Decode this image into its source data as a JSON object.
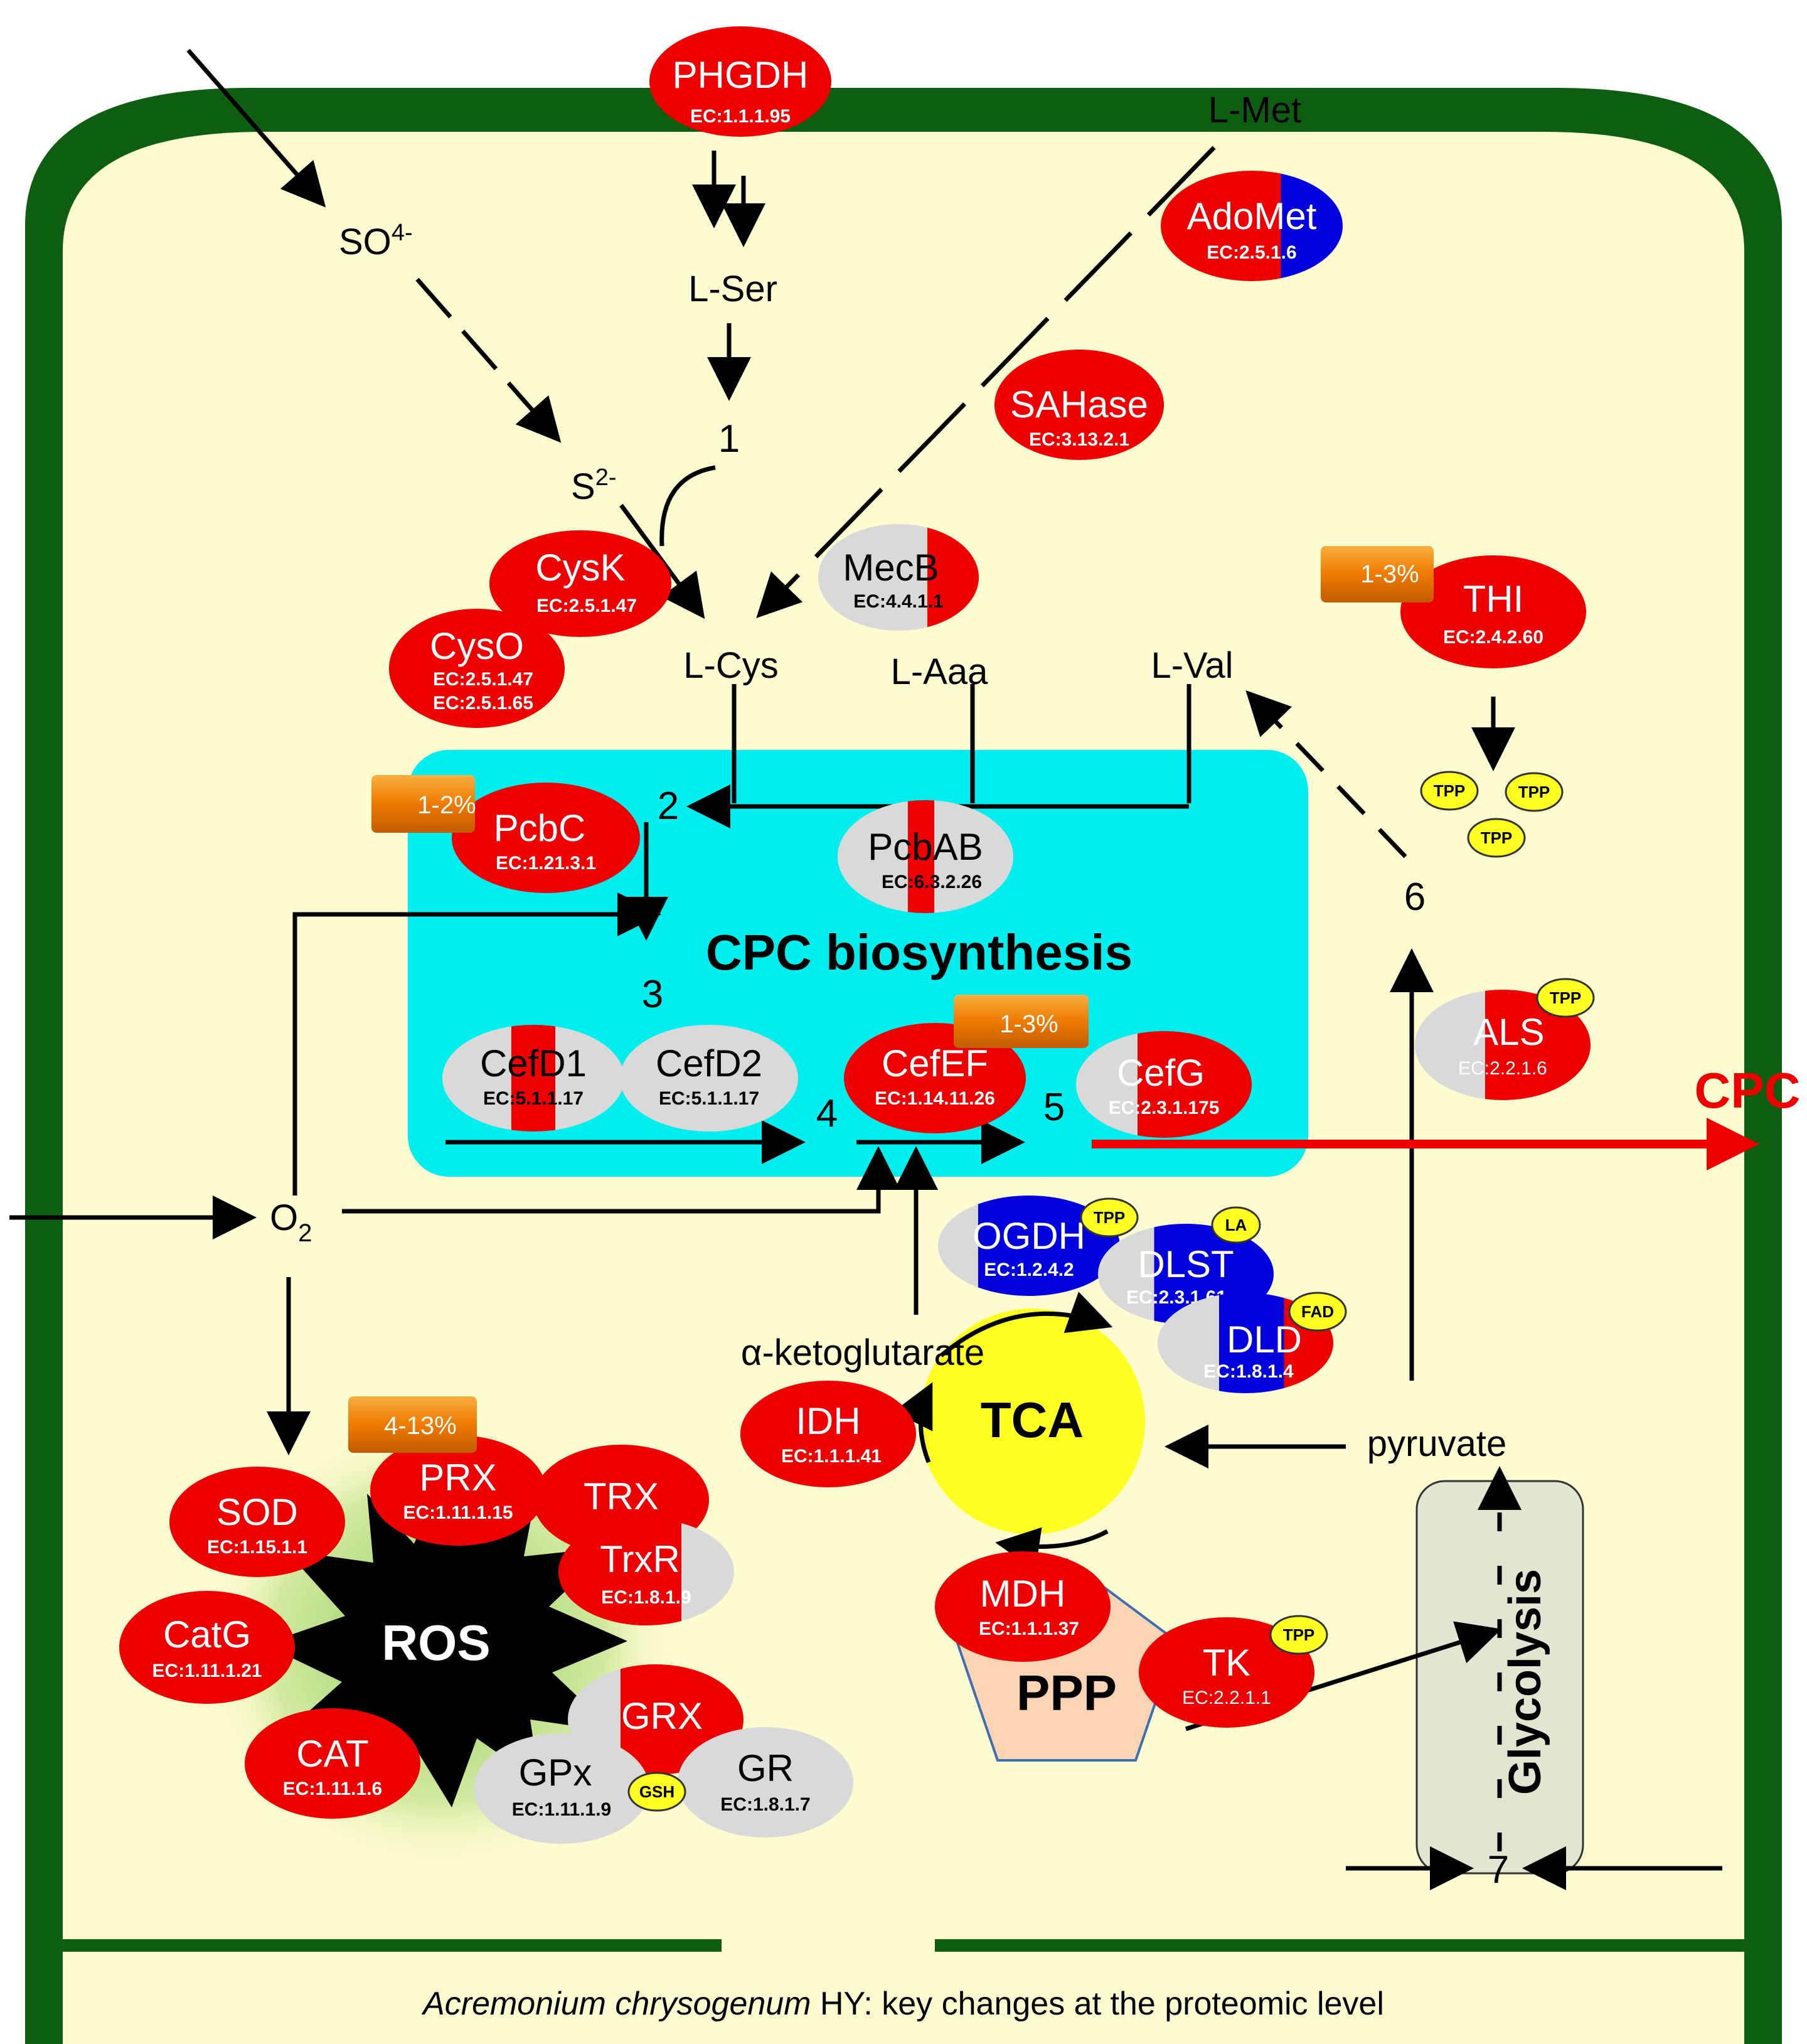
{
  "caption": {
    "italic": "Acremonium chrysogenum",
    "rest": " HY: key changes at the proteomic level"
  },
  "metabolites": {
    "so4": "SO",
    "so4_sup": "4-",
    "s2": "S",
    "s2_sup": "2-",
    "lser": "L-Ser",
    "lmet": "L-Met",
    "lcys": "L-Cys",
    "laaa": "L-Aaa",
    "lval": "L-Val",
    "o2": "O",
    "o2_sub": "2",
    "akg": "α-ketoglutarate",
    "pyruvate": "pyruvate",
    "cpc_out": "CPC"
  },
  "steps": [
    "1",
    "2",
    "3",
    "4",
    "5",
    "6",
    "7"
  ],
  "regions": {
    "cpc_box": "CPC biosynthesis",
    "tca": "TCA",
    "ros": "ROS",
    "ppp": "PPP",
    "glycolysis": "Glycolysis"
  },
  "badges": {
    "pcbc": "1-2%",
    "cefef": "1-3%",
    "thi": "1-3%",
    "prx": "4-13%"
  },
  "cofactors": {
    "tpp": "TPP",
    "la": "LA",
    "fad": "FAD",
    "gsh": "GSH"
  },
  "enzymes": {
    "phgdh": {
      "name": "PHGDH",
      "ec": "EC:1.1.1.95"
    },
    "adomet": {
      "name": "AdoMet",
      "ec": "EC:2.5.1.6"
    },
    "sahase": {
      "name": "SAHase",
      "ec": "EC:3.13.2.1"
    },
    "cysk": {
      "name": "CysK",
      "ec": "EC:2.5.1.47"
    },
    "cyso": {
      "name": "CysO",
      "ec": "EC:2.5.1.47",
      "ec2": "EC:2.5.1.65"
    },
    "mecb": {
      "name": "MecB",
      "ec": "EC:4.4.1.1"
    },
    "thi": {
      "name": "THI",
      "ec": "EC:2.4.2.60"
    },
    "pcbc": {
      "name": "PcbC",
      "ec": "EC:1.21.3.1"
    },
    "pcbab": {
      "name": "PcbAB",
      "ec": "EC:6.3.2.26"
    },
    "cefd1": {
      "name": "CefD1",
      "ec": "EC:5.1.1.17"
    },
    "cefd2": {
      "name": "CefD2",
      "ec": "EC:5.1.1.17"
    },
    "cefef": {
      "name": "CefEF",
      "ec": "EC:1.14.11.26"
    },
    "cefg": {
      "name": "CefG",
      "ec": "EC:2.3.1.175"
    },
    "als": {
      "name": "ALS",
      "ec": "EC:2.2.1.6"
    },
    "ogdh": {
      "name": "OGDH",
      "ec": "EC:1.2.4.2"
    },
    "dlst": {
      "name": "DLST",
      "ec": "EC:2.3.1.61"
    },
    "dld": {
      "name": "DLD",
      "ec": "EC:1.8.1.4"
    },
    "idh": {
      "name": "IDH",
      "ec": "EC:1.1.1.41"
    },
    "mdh": {
      "name": "MDH",
      "ec": "EC:1.1.1.37"
    },
    "tk": {
      "name": "TK",
      "ec": "EC:2.2.1.1"
    },
    "sod": {
      "name": "SOD",
      "ec": "EC:1.15.1.1"
    },
    "prx": {
      "name": "PRX",
      "ec": "EC:1.11.1.15"
    },
    "trx": {
      "name": "TRX"
    },
    "trxr": {
      "name": "TrxR",
      "ec": "EC:1.8.1.9"
    },
    "catg": {
      "name": "CatG",
      "ec": "EC:1.11.1.21"
    },
    "cat": {
      "name": "CAT",
      "ec": "EC:1.11.1.6"
    },
    "grx": {
      "name": "GRX"
    },
    "gpx": {
      "name": "GPx",
      "ec": "EC:1.11.1.9"
    },
    "gr": {
      "name": "GR",
      "ec": "EC:1.8.1.7"
    }
  },
  "colors": {
    "up": "#ee0000",
    "down": "#0000dd",
    "unchanged": "#d9d9d9",
    "cytoplasm": "#fdfbd0",
    "wall": "#0d5e10",
    "cpc_box": "#00eeee",
    "tca": "#ffff22",
    "ppp": "#fbd4b4",
    "glycolysis": "#e2e5d0",
    "badge": "#f08a10",
    "cofactor": "#ffff22"
  }
}
